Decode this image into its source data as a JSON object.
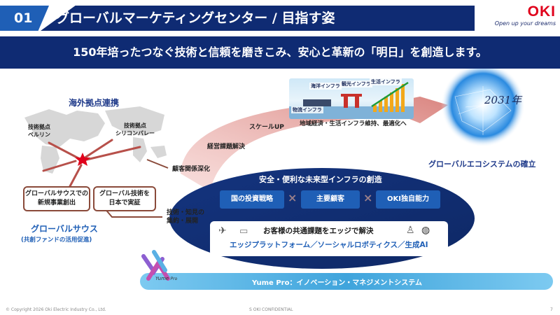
{
  "header": {
    "number": "01",
    "title": "グローバルマーケティングセンター / 目指す姿",
    "logo_text": "OKI",
    "logo_tagline": "Open up your dreams"
  },
  "slogan": "150年培ったつなぐ技術と信頼を磨きこみ、安心と革新の「明日」を創造します。",
  "left": {
    "section_title": "海外拠点連携",
    "berlin_label_1": "技術拠点",
    "berlin_label_2": "ベルリン",
    "sv_label_1": "技術拠点",
    "sv_label_2": "シリコンバレー",
    "box1_line1": "グローバルサウスでの",
    "box1_line2": "新規事業創出",
    "box2_line1": "グローバル技術を",
    "box2_line2": "日本で実証",
    "global_south": "グローバルサウス",
    "global_south_sub": "(共創ファンドの活用促進)"
  },
  "arrow_labels": {
    "customer": "顧客関係深化",
    "knowledge_1": "技術・知見の",
    "knowledge_2": "集約・展開",
    "management": "経営課題解決",
    "scaleup": "スケールUP"
  },
  "infra": {
    "sea": "海洋インフラ",
    "tourism": "観光インフラ",
    "life": "生活インフラ",
    "logistics": "物流インフラ",
    "caption": "地域経済・生活インフラ維持、最適化へ"
  },
  "future": {
    "year": "2031年",
    "ecosystem": "グローバルエコシステムの確立"
  },
  "core": {
    "title": "安全・便利な未来型インフラの創造",
    "pill1": "国の投資戦略",
    "pill2": "主要顧客",
    "pill3": "OKI独自能力",
    "times": "×",
    "edge_text": "お客様の共通課題をエッジで解決",
    "edge_line": "エッジプラットフォーム／ソーシャルロボティクス／生成AI"
  },
  "yume": {
    "logo_text": "Yume",
    "logo_sub": "Pro",
    "bar_text": "Yume Pro：イノベーション・マネジメントシステム"
  },
  "footer": {
    "copyright": "© Copyright 2026 Oki Electric Industry Co., Ltd.",
    "confidential": "S OKI CONFIDENTIAL",
    "page": "7"
  },
  "colors": {
    "navy": "#0f2b73",
    "blue": "#1f5fb6",
    "red_brand": "#e0001b",
    "brown": "#8a4a3a",
    "salmon_arrow": "#e8a8a4"
  }
}
